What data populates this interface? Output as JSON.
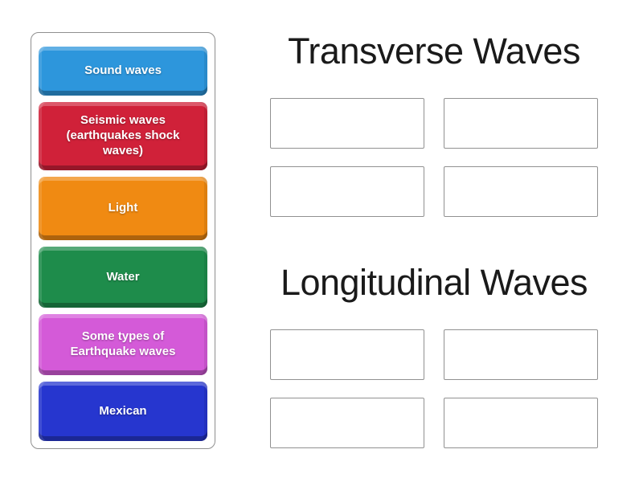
{
  "activity_type": "group-sort",
  "colors": {
    "page_bg": "#ffffff",
    "panel_border": "#8f8f8f",
    "slot_border": "#919191",
    "header_text": "#1a1a1a",
    "tile_text": "#ffffff"
  },
  "tile_panel": {
    "tiles": [
      {
        "label": "Sound waves",
        "color": "#2d96dc"
      },
      {
        "label": "Seismic waves (earthquakes shock waves)",
        "color": "#d02139"
      },
      {
        "label": "Light",
        "color": "#f08a12"
      },
      {
        "label": "Water",
        "color": "#1e8c4b"
      },
      {
        "label": "Some types of Earthquake waves",
        "color": "#d45ad8"
      },
      {
        "label": "Mexican",
        "color": "#2636cf"
      }
    ]
  },
  "groups": [
    {
      "title": "Transverse Waves",
      "empty_slots": 4
    },
    {
      "title": "Longitudinal Waves",
      "empty_slots": 4
    }
  ]
}
